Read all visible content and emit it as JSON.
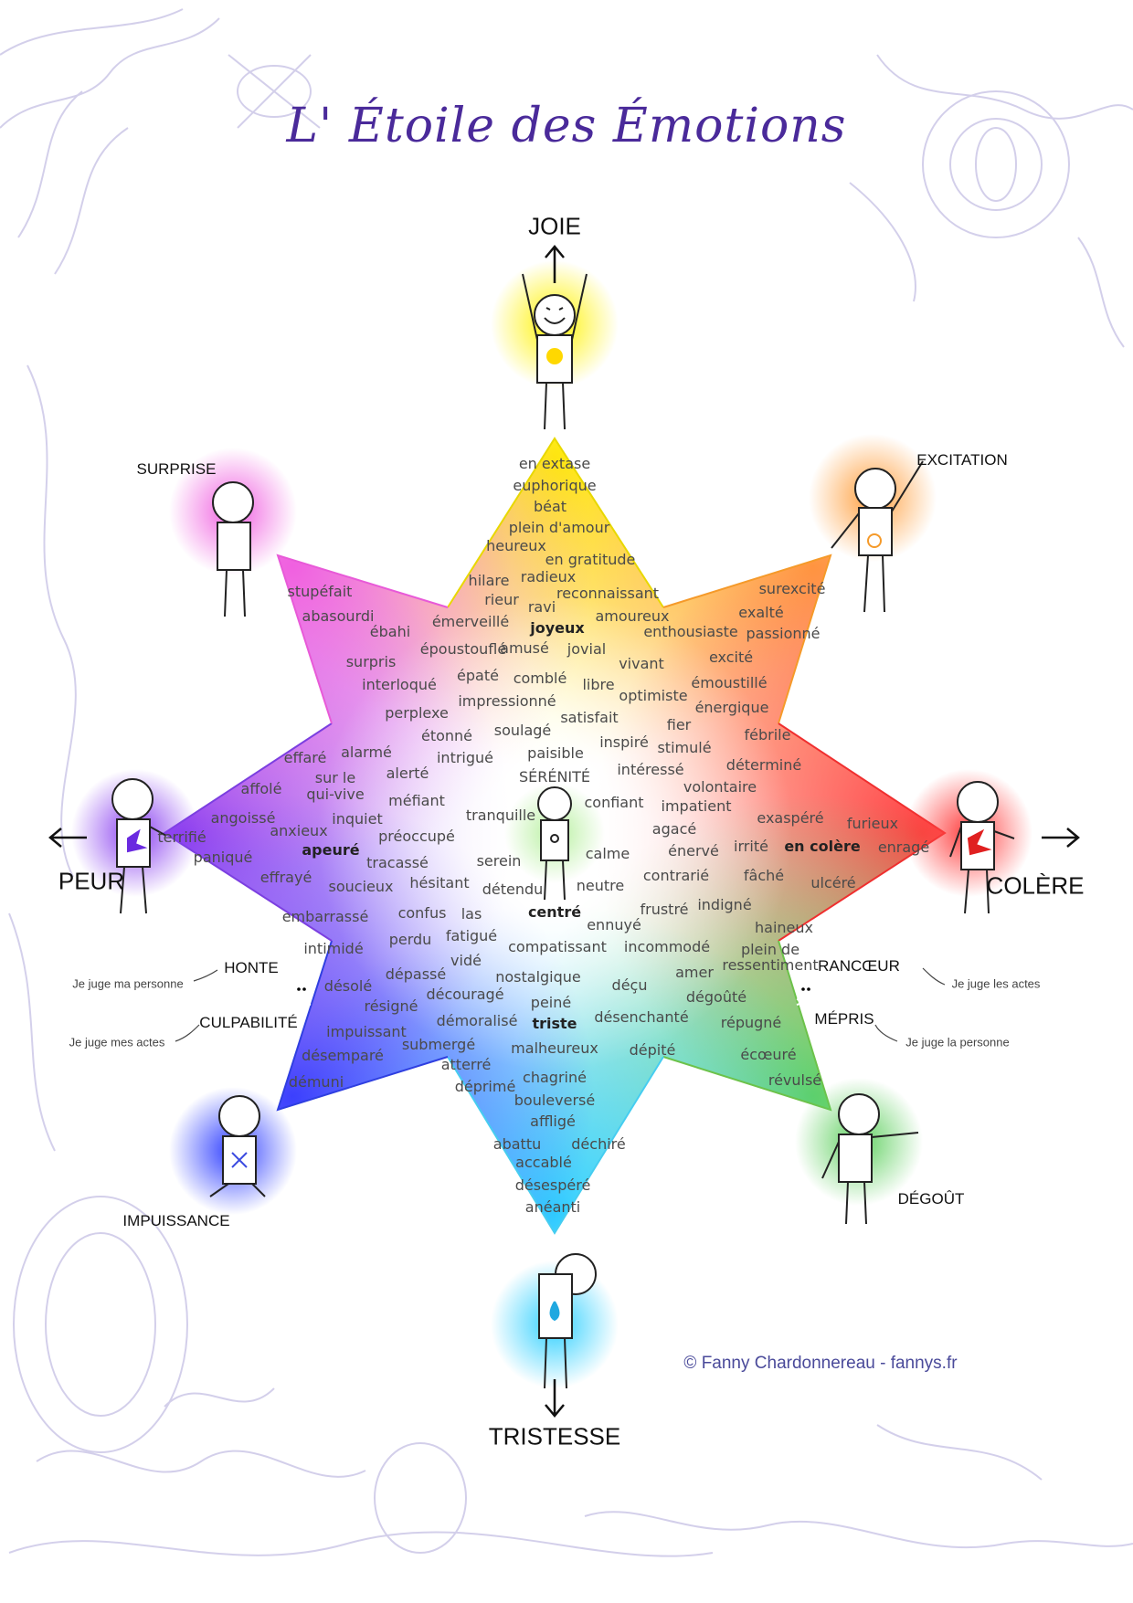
{
  "title": "L' Étoile des Émotions",
  "directions": {
    "joie": "JOIE",
    "peur": "PEUR",
    "colere": "COLÈRE",
    "tristesse": "TRISTESSE"
  },
  "corner_labels": {
    "surprise": "SURPRISE",
    "excitation": "EXCITATION",
    "impuissance": "IMPUISSANCE",
    "degout": "DÉGOÛT"
  },
  "side_labels": {
    "honte": "HONTE",
    "culpabilite": "CULPABILITÉ",
    "rancoeur": "RANCŒUR",
    "mepris": "MÉPRIS"
  },
  "notes": {
    "juge_personne_left": "Je juge ma personne",
    "juge_actes_left": "Je juge mes actes",
    "juge_actes_right": "Je juge les actes",
    "juge_personne_right": "Je juge la personne"
  },
  "copyright": "© Fanny Chardonnereau - fannys.fr",
  "colors": {
    "joie": "#f2e600",
    "excitation": "#f59a2a",
    "colere": "#ef2f2f",
    "degout": "#6cc24a",
    "tristesse": "#46cdf0",
    "impuissance": "#2f3fe0",
    "peur": "#7b3fe0",
    "surprise": "#e85ad8",
    "title": "#4a2a9a"
  },
  "words": {
    "joie": [
      "en extase",
      "euphorique",
      "béat",
      "plein d'amour",
      "heureux",
      "en gratitude",
      "hilare",
      "radieux",
      "rieur",
      "ravi",
      "reconnaissant",
      "amoureux",
      "émerveillé",
      "joyeux"
    ],
    "excitation": [
      "surexcité",
      "exalté",
      "enthousiaste",
      "passionné",
      "excité",
      "émoustillé",
      "énergique",
      "fébrile",
      "déterminé",
      "volontaire",
      "impatient",
      "intéressé",
      "stimulé",
      "fier"
    ],
    "surprise": [
      "stupéfait",
      "abasourdi",
      "ébahi",
      "époustouflé",
      "amusé",
      "jovial",
      "surpris",
      "épaté",
      "comblé",
      "libre",
      "vivant",
      "interloqué",
      "impressionné",
      "optimiste",
      "perplexe",
      "satisfait",
      "soulagé",
      "étonné",
      "inspiré",
      "intrigué",
      "paisible",
      "alerté",
      "alarmé",
      "effaré",
      "affolé"
    ],
    "peur": [
      "sur le",
      "qui-vive",
      "méfiant",
      "inquiet",
      "angoissé",
      "anxieux",
      "terrifié",
      "paniqué",
      "apeuré",
      "préoccupé",
      "tracassé",
      "effrayé",
      "soucieux",
      "hésitant",
      "tranquille",
      "serein",
      "détendu"
    ],
    "colere": [
      "confiant",
      "agacé",
      "énervé",
      "exaspéré",
      "furieux",
      "irrité",
      "en colère",
      "enragé",
      "fâché",
      "ulcéré",
      "contrarié",
      "indigné",
      "frustré",
      "haineux",
      "plein de",
      "ressentiment",
      "calme",
      "neutre"
    ],
    "centre": [
      "SÉRÉNITÉ",
      "centré"
    ],
    "impuissance": [
      "embarrassé",
      "confus",
      "las",
      "intimidé",
      "perdu",
      "fatigué",
      "vidé",
      "dépassé",
      "désolé",
      "résigné",
      "découragé",
      "impuissant",
      "démoralisé",
      "désemparé",
      "submergé",
      "démuni",
      "atterré",
      "déprimé"
    ],
    "tristesse": [
      "compatissant",
      "ennuyé",
      "incommodé",
      "nostalgique",
      "peiné",
      "triste",
      "malheureux",
      "chagriné",
      "bouleversé",
      "affligé",
      "abattu",
      "déchiré",
      "accablé",
      "désespéré",
      "anéanti"
    ],
    "degout": [
      "amer",
      "déçu",
      "dégoûté",
      "désenchanté",
      "répugné",
      "dépité",
      "écœuré",
      "révulsé"
    ]
  }
}
